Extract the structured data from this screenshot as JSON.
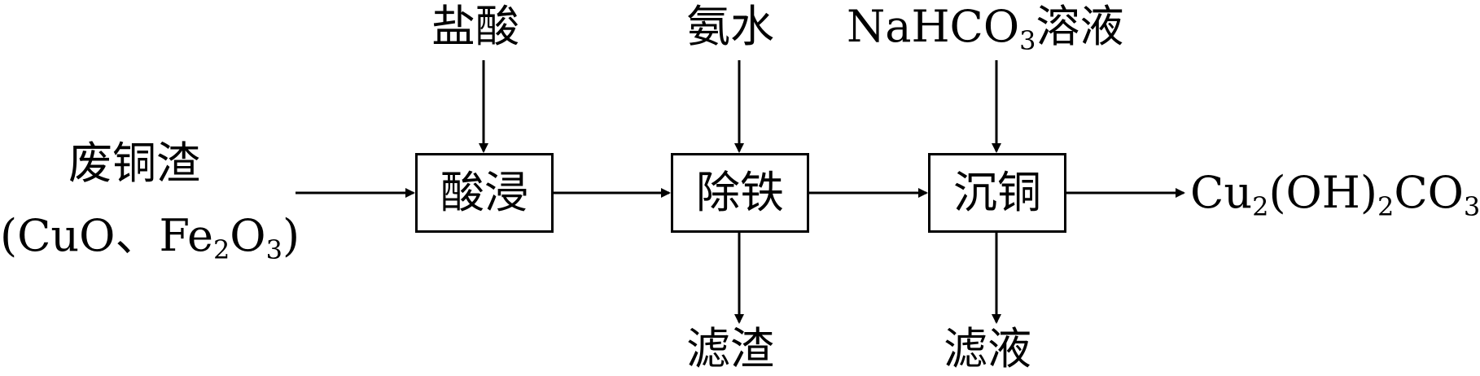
{
  "colors": {
    "line": "#000000",
    "background": "#ffffff"
  },
  "raw_material": {
    "name": "废铜渣",
    "composition": {
      "open": "(",
      "compound_1": "CuO",
      "separator": "、",
      "compound_2_a": "Fe",
      "compound_2_a_sub": "2",
      "compound_2_b": "O",
      "compound_2_b_sub": "3",
      "close": ")"
    }
  },
  "steps": [
    {
      "label": "酸浸",
      "reagent": "盐酸",
      "output": ""
    },
    {
      "label": "除铁",
      "reagent": "氨水",
      "output": "滤渣"
    },
    {
      "label": "沉铜",
      "output": "滤液"
    }
  ],
  "reagent_3": {
    "formula_a": "NaHCO",
    "formula_a_sub": "3",
    "suffix": "溶液"
  },
  "product": {
    "part_1": "Cu",
    "part_1_sub": "2",
    "part_2": "(OH)",
    "part_2_sub": "2",
    "part_3": "CO",
    "part_3_sub": "3"
  }
}
